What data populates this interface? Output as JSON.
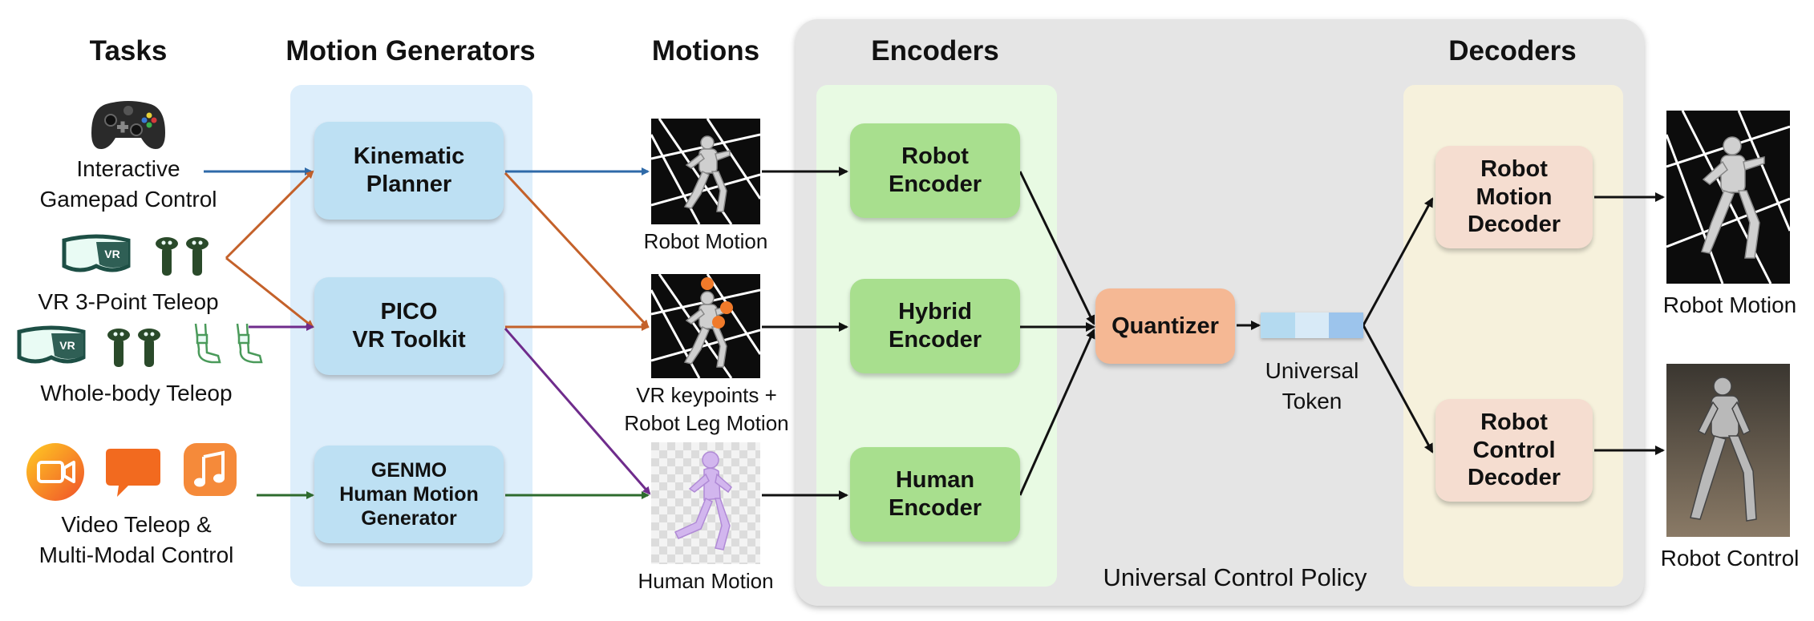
{
  "headings": {
    "tasks": "Tasks",
    "motion_generators": "Motion Generators",
    "motions": "Motions",
    "encoders": "Encoders",
    "decoders": "Decoders"
  },
  "tasks": {
    "gamepad": "Interactive\nGamepad Control",
    "vr3": "VR 3-Point Teleop",
    "wholebody": "Whole-body Teleop",
    "video": "Video Teleop &\nMulti-Modal Control"
  },
  "generators": {
    "kinematic": "Kinematic\nPlanner",
    "pico": "PICO\nVR Toolkit",
    "genmo": "GENMO\nHuman Motion\nGenerator"
  },
  "motions": {
    "robot": "Robot Motion",
    "vr": "VR keypoints +\nRobot Leg Motion",
    "human": "Human Motion"
  },
  "encoders": {
    "robot": "Robot\nEncoder",
    "hybrid": "Hybrid\nEncoder",
    "human": "Human\nEncoder"
  },
  "quantizer": "Quantizer",
  "token_label": "Universal\nToken",
  "policy_label": "Universal Control Policy",
  "decoders": {
    "motion": "Robot\nMotion\nDecoder",
    "control": "Robot\nControl\nDecoder"
  },
  "outputs": {
    "motion": "Robot Motion",
    "control": "Robot Control"
  },
  "colors": {
    "blue_arrow": "#2f6aa8",
    "orange_arrow": "#c4612a",
    "purple_arrow": "#6f2c8c",
    "green_arrow": "#2e6b2e",
    "black_arrow": "#111111"
  },
  "icons": [
    "gamepad-icon",
    "vr-headset-icon",
    "vr-controller-icon",
    "foot-tracker-icon",
    "video-icon",
    "chat-icon",
    "music-icon"
  ]
}
